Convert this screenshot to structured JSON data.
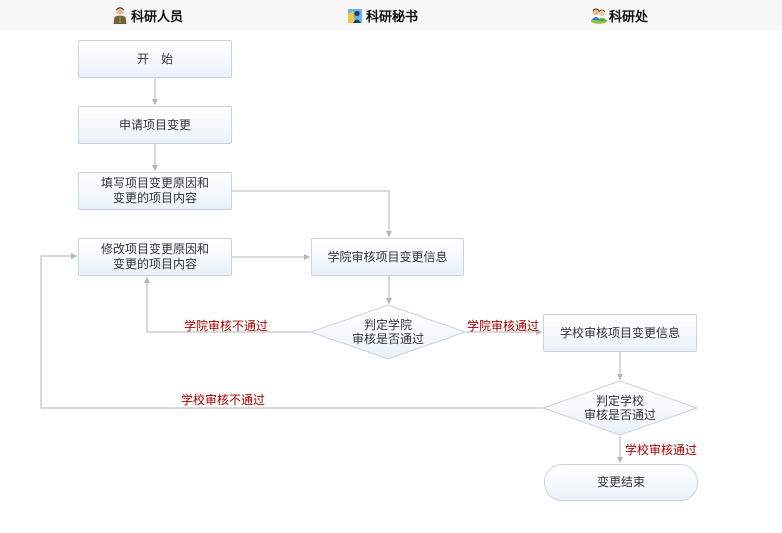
{
  "lanes": [
    {
      "title": "科研人员",
      "icon": "researcher-icon"
    },
    {
      "title": "科研秘书",
      "icon": "secretary-icon"
    },
    {
      "title": "科研处",
      "icon": "research-office-icon"
    }
  ],
  "nodes": {
    "start": "开　始",
    "apply": "申请项目变更",
    "fill": "填写项目变更原因和\n变更的项目内容",
    "modify": "修改项目变更原因和\n变更的项目内容",
    "college_review": "学院审核项目变更信息",
    "college_decision": "判定学院\n审核是否通过",
    "school_review": "学校审核项目变更信息",
    "school_decision": "判定学校\n审核是否通过",
    "end": "变更结束"
  },
  "edge_labels": {
    "college_fail": "学院审核不通过",
    "college_pass": "学院审核通过",
    "school_fail": "学校审核不通过",
    "school_pass": "学校审核通过"
  },
  "colors": {
    "edge": "#b4b4b4",
    "label": "#a50000",
    "node_border": "#c9d3e0"
  }
}
